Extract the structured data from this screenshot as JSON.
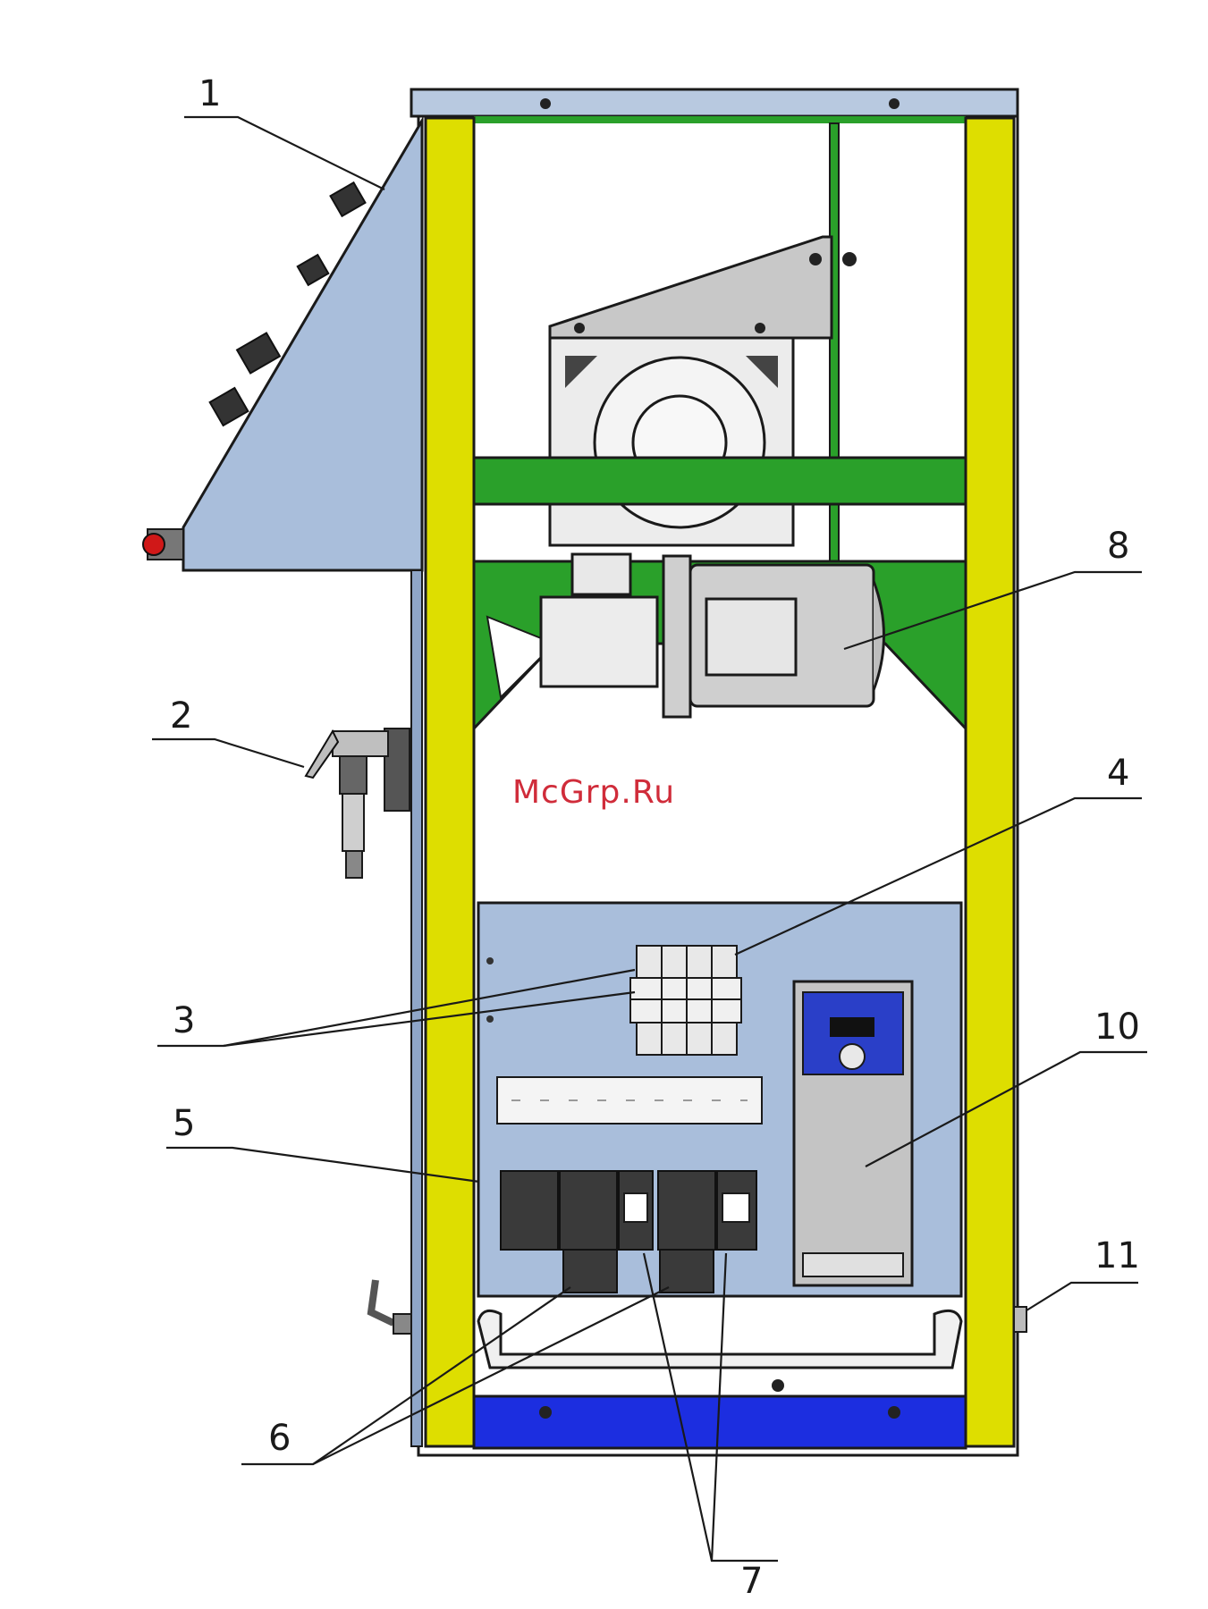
{
  "watermark": "McGrp.Ru",
  "callouts": [
    "1",
    "2",
    "3",
    "4",
    "5",
    "6",
    "7",
    "8",
    "10",
    "11"
  ],
  "colors": {
    "frame_yellow": "#dede00",
    "frame_green": "#2aa02a",
    "panel_blue_grey": "#a9bedb",
    "base_blue": "#1c2ee0",
    "top_plate": "#b8c9e0",
    "drive_grey": "#d4d4d4",
    "drive_display_blue": "#2a3fc8"
  }
}
